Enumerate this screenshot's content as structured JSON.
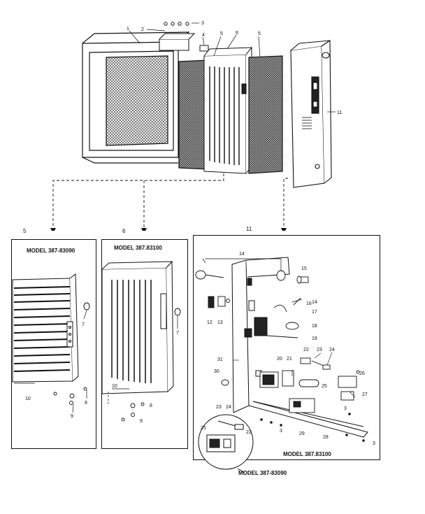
{
  "top_callouts": {
    "c1": "1",
    "c2": "2",
    "c3": "3",
    "c4": "4",
    "c5": "5",
    "c6": "6",
    "c5b": "5",
    "c11": "11"
  },
  "panels": {
    "left": {
      "number": "5",
      "model": "MODEL 387-83090",
      "callouts": {
        "c7": "7",
        "c8": "8",
        "c9": "9",
        "c10": "10"
      }
    },
    "middle": {
      "number": "6",
      "model": "MODEL 387.83100",
      "callouts": {
        "c7": "7",
        "c8": "8",
        "c9": "9",
        "c10": "10"
      }
    },
    "right": {
      "number": "11",
      "model_bottom": "MODEL 387.83100",
      "model_inset": "MODEL 387-83090",
      "callouts": {
        "c3a": "3",
        "c3b": "3",
        "c3c": "3",
        "c12": "12",
        "c13": "13",
        "c14": "14",
        "c14b": "14",
        "c15": "15",
        "c16": "16",
        "c17": "17",
        "c18": "18",
        "c19": "19",
        "c20": "20",
        "c21": "21",
        "c22": "22",
        "c22b": "22",
        "c23": "23",
        "c23b": "23",
        "c24": "24",
        "c24b": "24",
        "c25": "25",
        "c25b": "25",
        "c26": "26",
        "c27": "27",
        "c28": "28",
        "c29": "29",
        "c30": "30",
        "c31": "31"
      }
    }
  }
}
